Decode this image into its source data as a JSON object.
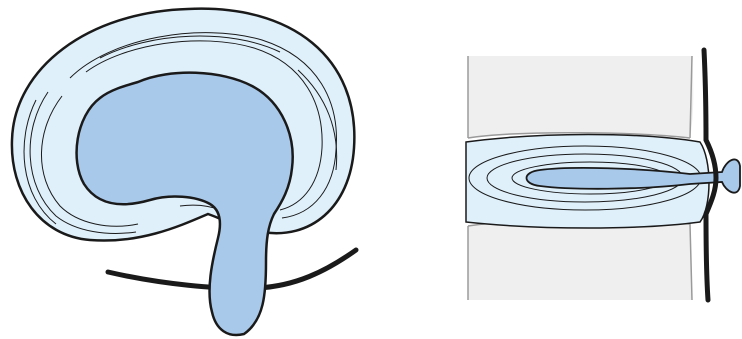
{
  "figure": {
    "panels": [
      {
        "view": "axial",
        "structures": [
          "annulus-fibrosus",
          "nucleus-pulposus",
          "extruded-nucleus",
          "nerve-line"
        ]
      },
      {
        "view": "sagittal",
        "structures": [
          "upper-vertebral-body",
          "lower-vertebral-body",
          "intervertebral-disc",
          "nucleus-tract",
          "herniation-bulb",
          "posterior-ligament"
        ]
      }
    ],
    "colors": {
      "annulus_fill": "#dff0fb",
      "nucleus_fill": "#a9c9ea",
      "outline": "#1a1a1a",
      "vertebra_fill": "#efefef",
      "vertebra_edge": "#9a9a9a"
    }
  }
}
